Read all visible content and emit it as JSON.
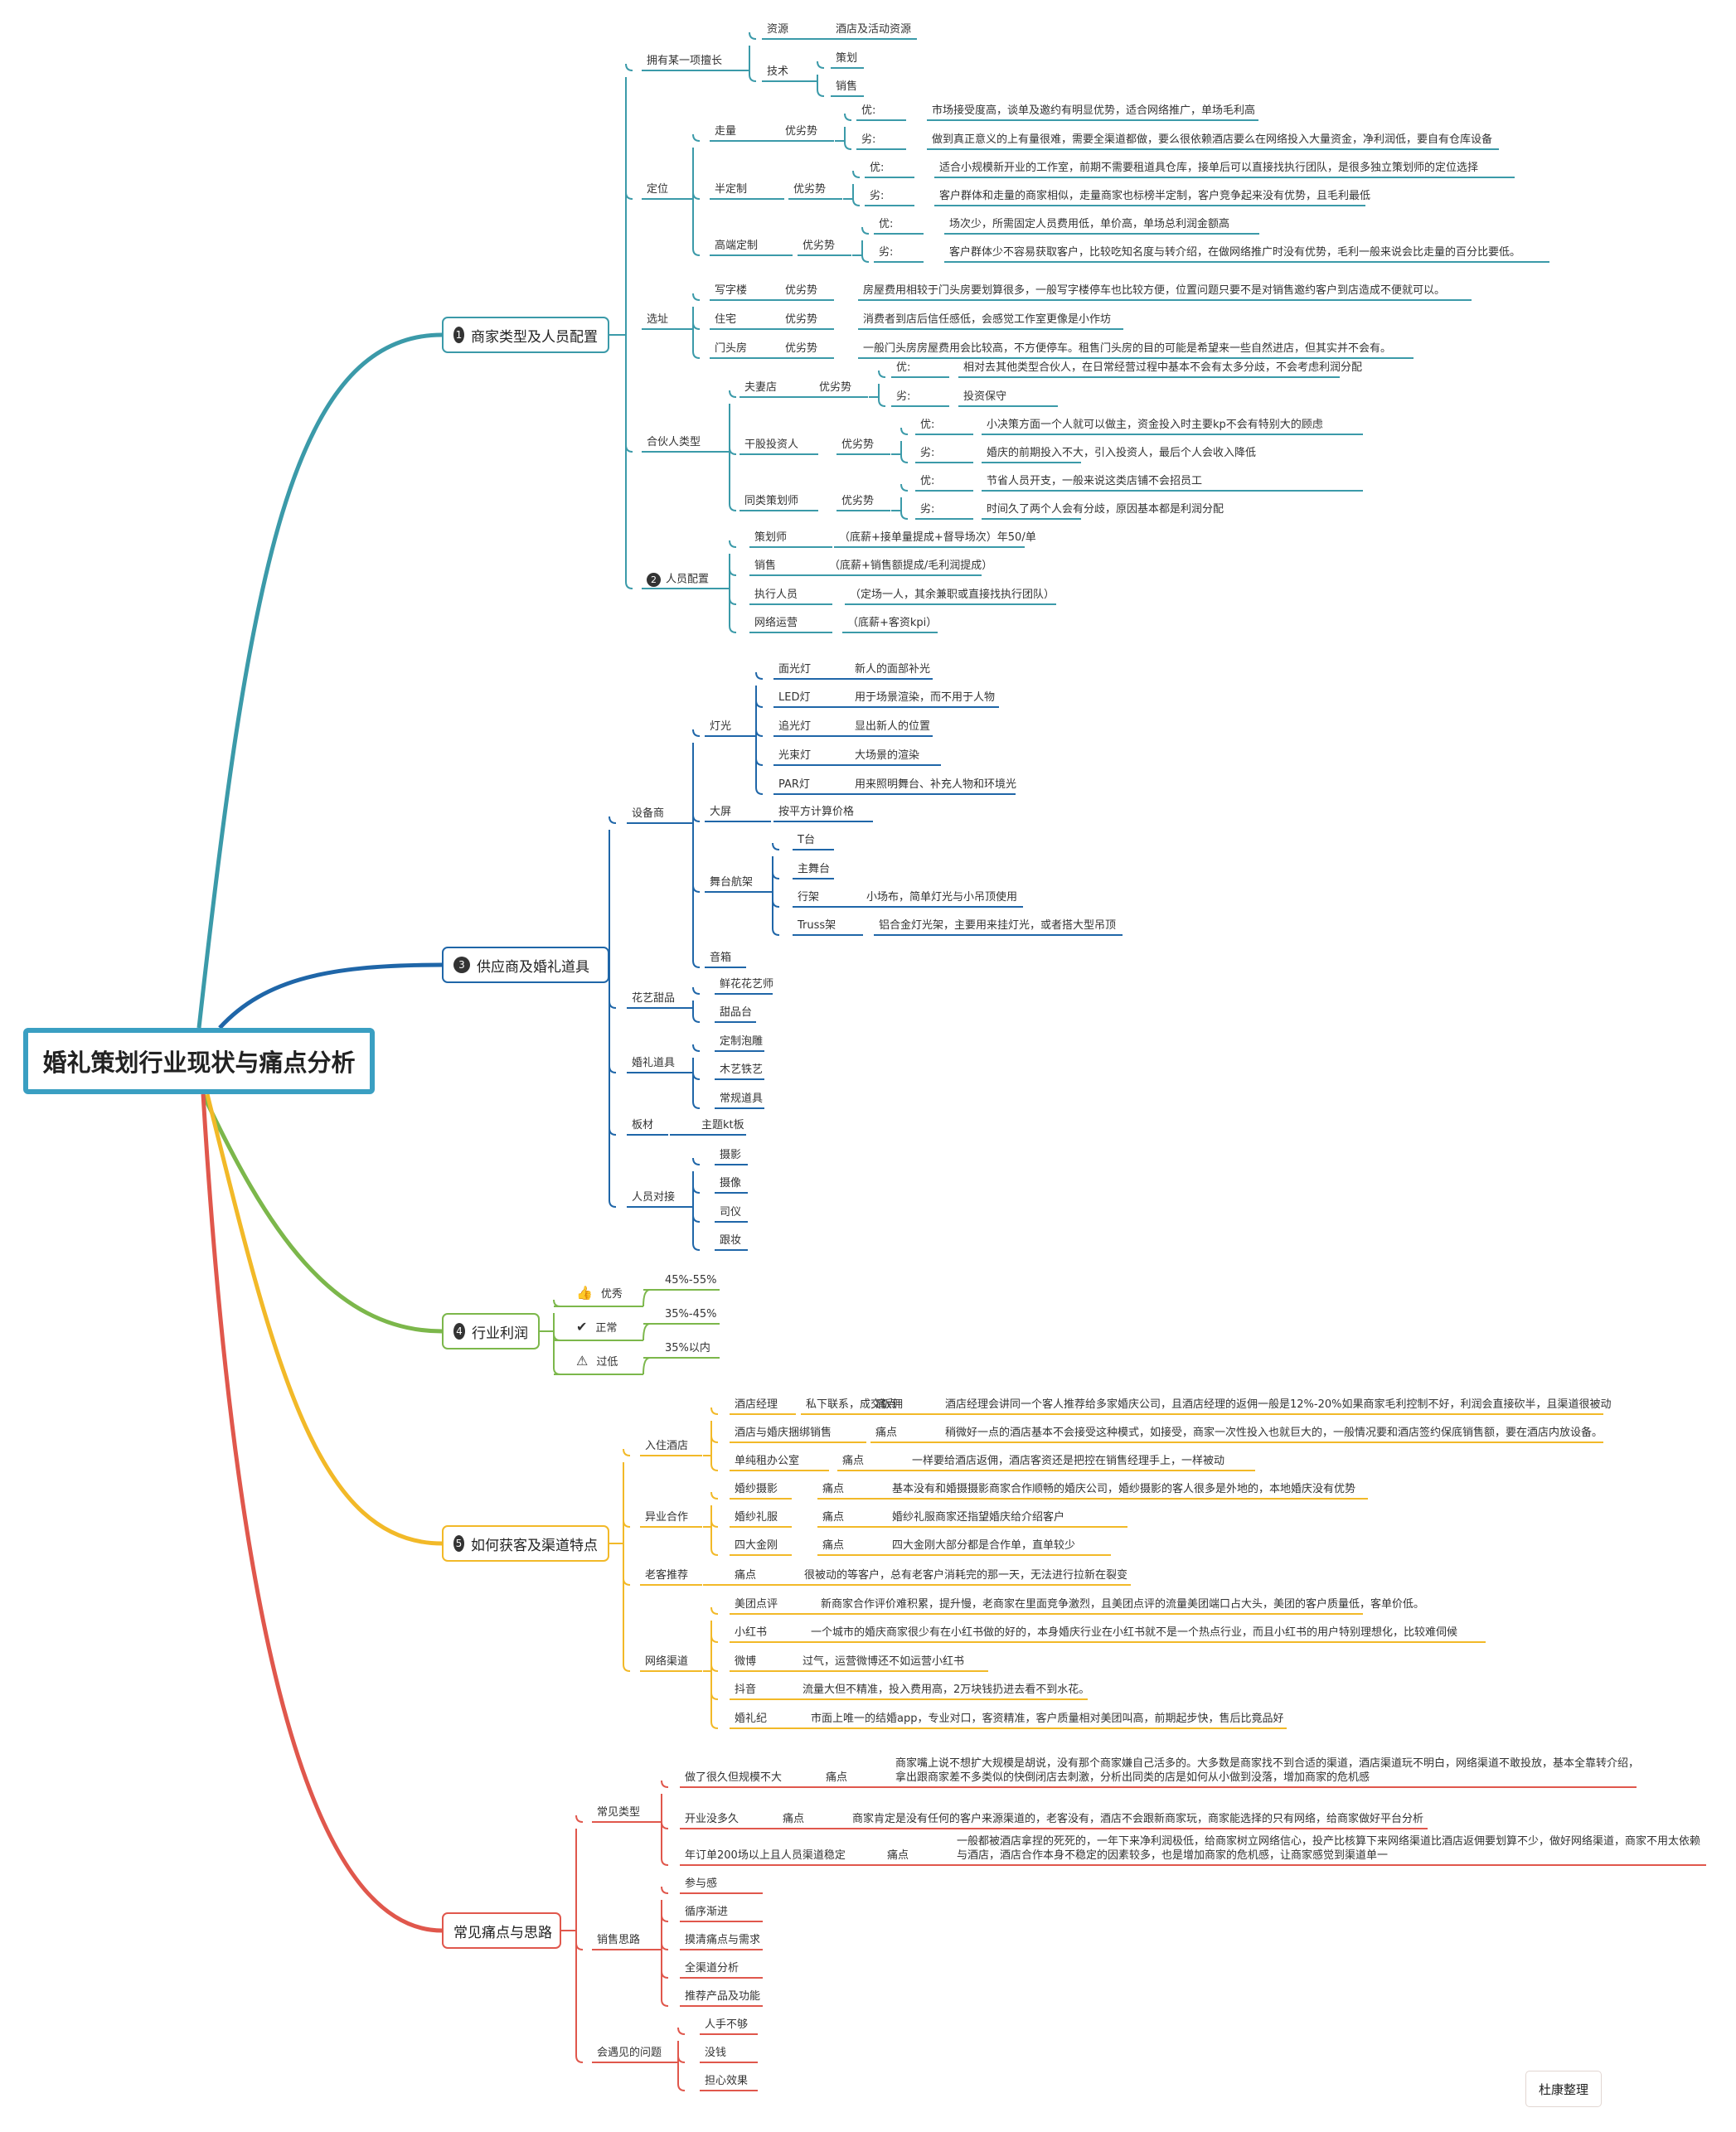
{
  "root_title": "婚礼策划行业现状与痛点分析",
  "credit": "杜康整理",
  "branch_colors": {
    "b1": "#3b9aa9",
    "b2": "#1f66a8",
    "b3": "#7cb74b",
    "b4": "#f2b928",
    "b5": "#e0574c"
  },
  "b1": {
    "num": "1",
    "label": "商家类型及人员配置",
    "n1": "拥有某一项擅长",
    "n1_res": "资源",
    "n1_res_v": "酒店及活动资源",
    "n1_tech": "技术",
    "n1_tech_a": "策划",
    "n1_tech_b": "销售",
    "n2": "定位",
    "n2a": "走量",
    "n2b": "半定制",
    "n2c": "高端定制",
    "yls": "优劣势",
    "you": "优:",
    "lie": "劣:",
    "n2a_you": "市场接受度高，谈单及邀约有明显优势，适合网络推广，单场毛利高",
    "n2a_lie": "做到真正意义的上有量很难，需要全渠道都做，要么很依赖酒店要么在网络投入大量资金，净利润低，要自有仓库设备",
    "n2b_you": "适合小规模新开业的工作室，前期不需要租道具仓库，接单后可以直接找执行团队，是很多独立策划师的定位选择",
    "n2b_lie": "客户群体和走量的商家相似，走量商家也标榜半定制，客户竞争起来没有优势，且毛利最低",
    "n2c_you": "场次少，所需固定人员费用低，单价高，单场总利润金额高",
    "n2c_lie": "客户群体少不容易获取客户，比较吃知名度与转介绍，在做网络推广时没有优势，毛利一般来说会比走量的百分比要低。",
    "n3": "选址",
    "n3a": "写字楼",
    "n3a_v": "房屋费用相较于门头房要划算很多，一般写字楼停车也比较方便，位置问题只要不是对销售邀约客户到店造成不便就可以。",
    "n3b": "住宅",
    "n3b_v": "消费者到店后信任感低，会感觉工作室更像是小作坊",
    "n3c": "门头房",
    "n3c_v": "一般门头房房屋费用会比较高，不方便停车。租售门头房的目的可能是希望来一些自然进店，但其实并不会有。",
    "n4": "合伙人类型",
    "n4a": "夫妻店",
    "n4a_you": "相对去其他类型合伙人，在日常经营过程中基本不会有太多分歧，不会考虑利润分配",
    "n4a_lie": "投资保守",
    "n4b": "干股投资人",
    "n4b_you": "小决策方面一个人就可以做主，资金投入时主要kp不会有特别大的顾虑",
    "n4b_lie": "婚庆的前期投入不大，引入投资人，最后个人会收入降低",
    "n4c": "同类策划师",
    "n4c_you": "节省人员开支，一般来说这类店铺不会招员工",
    "n4c_lie": "时间久了两个人会有分歧，原因基本都是利润分配",
    "n5_num": "2",
    "n5": "人员配置",
    "n5a": "策划师",
    "n5a_v": "（底薪+接单量提成+督导场次）年50/单",
    "n5b": "销售",
    "n5b_v": "（底薪+销售额提成/毛利润提成）",
    "n5c": "执行人员",
    "n5c_v": "（定场一人，其余兼职或直接找执行团队）",
    "n5d": "网络运营",
    "n5d_v": "（底薪+客资kpi）"
  },
  "b2": {
    "num": "3",
    "label": "供应商及婚礼道具",
    "s1": "设备商",
    "light": "灯光",
    "l1": "面光灯",
    "l1_v": "新人的面部补光",
    "l2": "LED灯",
    "l2_v": "用于场景渲染，而不用于人物",
    "l3": "追光灯",
    "l3_v": "显出新人的位置",
    "l4": "光束灯",
    "l4_v": "大场景的渲染",
    "l5": "PAR灯",
    "l5_v": "用来照明舞台、补充人物和环境光",
    "screen": "大屏",
    "screen_v": "按平方计算价格",
    "stage": "舞台航架",
    "st1": "T台",
    "st2": "主舞台",
    "st3": "行架",
    "st3_v": "小场布，简单灯光与小吊顶使用",
    "st4": "Truss架",
    "st4_v": "铝合金灯光架，主要用来挂灯光，或者搭大型吊顶",
    "sound": "音箱",
    "s2": "花艺甜品",
    "s2a": "鲜花花艺师",
    "s2b": "甜品台",
    "s3": "婚礼道具",
    "s3a": "定制泡雕",
    "s3b": "木艺铁艺",
    "s3c": "常规道具",
    "s4": "板材",
    "s4a": "主题kt板",
    "s5": "人员对接",
    "s5a": "摄影",
    "s5b": "摄像",
    "s5c": "司仪",
    "s5d": "跟妆"
  },
  "b3": {
    "num": "4",
    "label": "行业利润",
    "r1": "优秀",
    "r1_v": "45%-55%",
    "r1_icon": "thumbs-up-icon",
    "r2": "正常",
    "r2_v": "35%-45%",
    "r2_icon": "check-circle-icon",
    "r3": "过低",
    "r3_v": "35%以内",
    "r3_icon": "warning-icon"
  },
  "b4": {
    "num": "5",
    "label": "如何获客及渠道特点",
    "tong": "痛点",
    "c1": "入住酒店",
    "c1a": "酒店经理",
    "c1a_m": "私下联系，成交饭佣",
    "c1a_v": "酒店经理会讲同一个客人推荐给多家婚庆公司，且酒店经理的返佣一般是12%-20%如果商家毛利控制不好，利润会直接砍半，且渠道很被动",
    "c1b": "酒店与婚庆捆绑销售",
    "c1b_v": "稍微好一点的酒店基本不会接受这种模式，如接受，商家一次性投入也就巨大的，一般情况要和酒店签约保底销售额，要在酒店内放设备。",
    "c1c": "单纯租办公室",
    "c1c_v": "一样要给酒店返佣，酒店客资还是把控在销售经理手上，一样被动",
    "c2": "异业合作",
    "c2a": "婚纱摄影",
    "c2a_v": "基本没有和婚摄摄影商家合作顺畅的婚庆公司，婚纱摄影的客人很多是外地的，本地婚庆没有优势",
    "c2b": "婚纱礼服",
    "c2b_v": "婚纱礼服商家还指望婚庆给介绍客户",
    "c2c": "四大金刚",
    "c2c_v": "四大金刚大部分都是合作单，直单较少",
    "c3": "老客推荐",
    "c3_v": "很被动的等客户，总有老客户消耗完的那一天，无法进行拉新在裂变",
    "c4": "网络渠道",
    "c4a": "美团点评",
    "c4a_v": "新商家合作评价难积累，提升慢，老商家在里面竞争激烈，且美团点评的流量美团端口占大头，美团的客户质量低，客单价低。",
    "c4b": "小红书",
    "c4b_v": "一个城市的婚庆商家很少有在小红书做的好的，本身婚庆行业在小红书就不是一个热点行业，而且小红书的用户特别理想化，比较难伺候",
    "c4c": "微博",
    "c4c_v": "过气，运营微博还不如运营小红书",
    "c4d": "抖音",
    "c4d_v": "流量大但不精准，投入费用高，2万块钱扔进去看不到水花。",
    "c4e": "婚礼纪",
    "c4e_v": "市面上唯一的结婚app，专业对口，客资精准，客户质量相对美团叫高，前期起步快，售后比竟品好"
  },
  "b5": {
    "label": "常见痛点与思路",
    "tong": "痛点",
    "p1": "常见类型",
    "p1a": "做了很久但规模不大",
    "p1a_v1": "商家嘴上说不想扩大规模是胡说，没有那个商家嫌自己活多的。大多数是商家找不到合适的渠道，酒店渠道玩不明白，网络渠道不敢投放，基本全靠转介绍，",
    "p1a_v2": "拿出跟商家差不多类似的快倒闭店去刺激，分析出同类的店是如何从小做到没落，增加商家的危机感",
    "p1b": "开业没多久",
    "p1b_v": "商家肯定是没有任何的客户来源渠道的，老客没有，酒店不会跟新商家玩，商家能选择的只有网络，给商家做好平台分析",
    "p1c": "年订单200场以上且人员渠道稳定",
    "p1c_v1": "一般都被酒店拿捏的死死的，一年下来净利润极低，给商家树立网络信心，投产比核算下来网络渠道比酒店返佣要划算不少，做好网络渠道，商家不用太依赖",
    "p1c_v2": "与酒店，酒店合作本身不稳定的因素较多，也是增加商家的危机感，让商家感觉到渠道单一",
    "p2": "销售思路",
    "p2a": "参与感",
    "p2b": "循序渐进",
    "p2c": "摸清痛点与需求",
    "p2d": "全渠道分析",
    "p2e": "推荐产品及功能",
    "p3": "会遇见的问题",
    "p3a": "人手不够",
    "p3b": "没钱",
    "p3c": "担心效果"
  }
}
